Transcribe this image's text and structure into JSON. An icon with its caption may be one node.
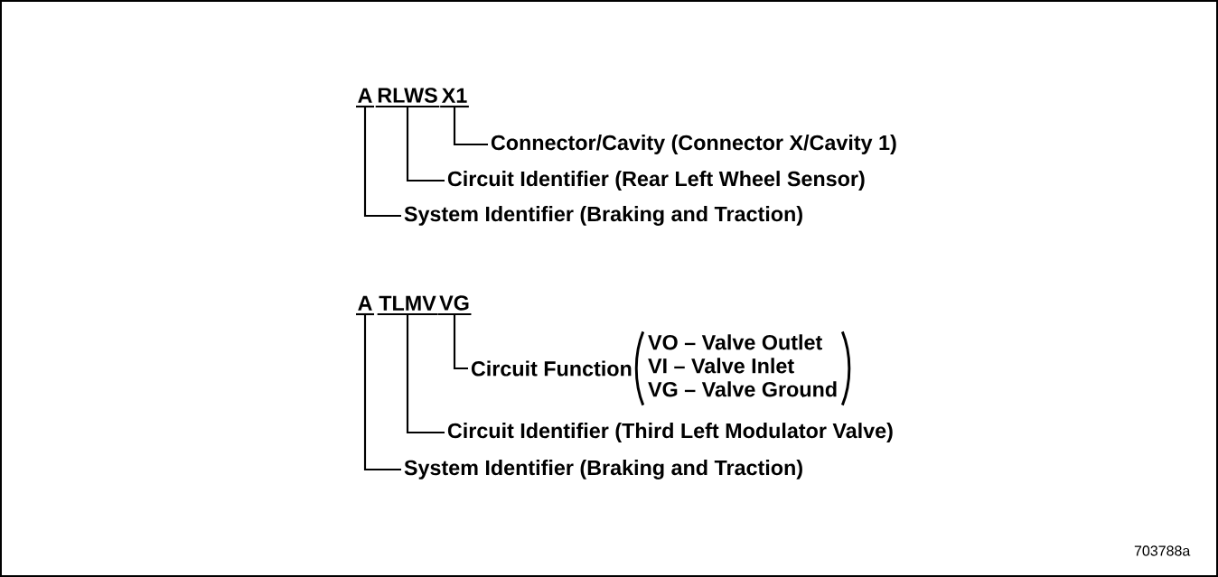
{
  "diagram": {
    "nodes": [
      {
        "text": [
          "A"
        ]
      },
      {
        "text": [
          "RLWS"
        ]
      },
      {
        "text": [
          "X1"
        ]
      },
      {
        "text": [
          "Connector/Cavity (Connector X/Cavity 1)"
        ]
      },
      {
        "text": [
          "Circuit Identifier (Rear Left Wheel Sensor)"
        ]
      },
      {
        "text": [
          "System Identifier (Braking and Traction)"
        ]
      },
      {
        "text": [
          "A"
        ]
      },
      {
        "text": [
          "TLMV"
        ]
      },
      {
        "text": [
          "VG"
        ]
      },
      {
        "text": [
          "Circuit Function"
        ],
        "beside": [
          "VO – Valve Outlet",
          "VI – Valve Inlet",
          "VG – Valve Ground"
        ]
      },
      {
        "text": [
          "Circuit Identifier (Third Left Modulator Valve)"
        ]
      },
      {
        "text": [
          "System Identifier (Braking and Traction)"
        ]
      }
    ],
    "edges": [
      {
        "from": 2,
        "to": 3,
        "arrow": "none"
      },
      {
        "from": 1,
        "to": 4,
        "arrow": "none"
      },
      {
        "from": 0,
        "to": 5,
        "arrow": "none"
      },
      {
        "from": 8,
        "to": 9,
        "arrow": "none"
      },
      {
        "from": 7,
        "to": 10,
        "arrow": "none"
      },
      {
        "from": 6,
        "to": 11,
        "arrow": "none"
      }
    ],
    "labels": [
      "703788a"
    ]
  }
}
